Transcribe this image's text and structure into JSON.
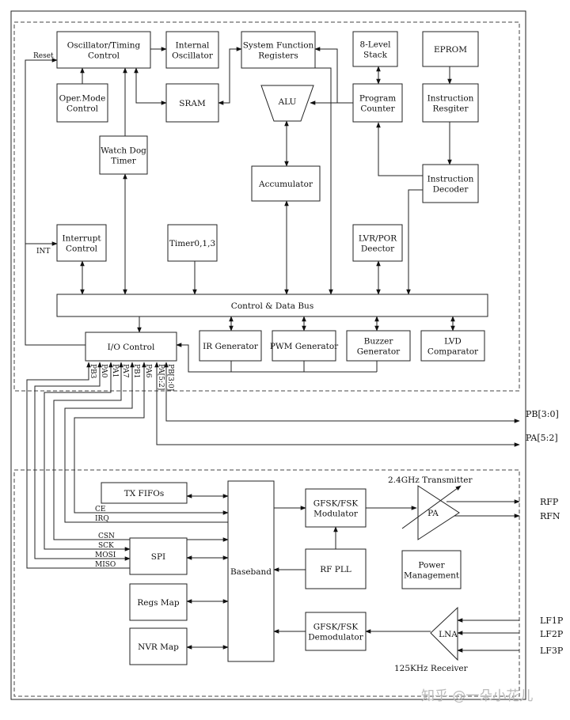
{
  "blocks": {
    "osc_timing": [
      "Oscillator/Timing",
      "Control"
    ],
    "internal_osc": [
      "Internal",
      "Oscillator"
    ],
    "sys_func_regs": [
      "System Function",
      "Registers"
    ],
    "stack": [
      "8-Level",
      "Stack"
    ],
    "eprom": [
      "EPROM"
    ],
    "oper_mode": [
      "Oper.Mode",
      "Control"
    ],
    "sram": [
      "SRAM"
    ],
    "alu": [
      "ALU"
    ],
    "program_counter": [
      "Program",
      "Counter"
    ],
    "instruction_register": [
      "Instruction",
      "Resgiter"
    ],
    "watchdog": [
      "Watch Dog",
      "Timer"
    ],
    "accumulator": [
      "Accumulator"
    ],
    "instruction_decoder": [
      "Instruction",
      "Decoder"
    ],
    "interrupt": [
      "Interrupt",
      "Control"
    ],
    "timer": [
      "Timer0,1,3"
    ],
    "lvr_por": [
      "LVR/POR",
      "Deector"
    ],
    "bus": [
      "Control & Data Bus"
    ],
    "io_control": [
      "I/O Control"
    ],
    "ir_gen": [
      "IR Generator"
    ],
    "pwm_gen": [
      "PWM Generator"
    ],
    "buzzer": [
      "Buzzer",
      "Generator"
    ],
    "lvd": [
      "LVD",
      "Comparator"
    ],
    "tx_fifo": [
      "TX FIFOs"
    ],
    "spi": [
      "SPI"
    ],
    "regs_map": [
      "Regs Map"
    ],
    "nvr_map": [
      "NVR Map"
    ],
    "baseband": [
      "Baseband"
    ],
    "gfsk_mod": [
      "GFSK/FSK",
      "Modulator"
    ],
    "rf_pll": [
      "RF PLL"
    ],
    "gfsk_demod": [
      "GFSK/FSK",
      "Demodulator"
    ],
    "pa": [
      "PA"
    ],
    "power_mgmt": [
      "Power",
      "Management"
    ],
    "lna": [
      "LNA"
    ]
  },
  "labels": {
    "reset": "Reset",
    "int": "INT",
    "pb_bus": "PB[3:0]",
    "pa_bus": "PA[5:2]",
    "rfp": "RFP",
    "rfn": "RFN",
    "lf1p": "LF1P",
    "lf2p": "LF2P",
    "lf3p": "LF3P",
    "transmitter": "2.4GHz Transmitter",
    "receiver": "125KHz Receiver",
    "ce": "CE",
    "irq": "IRQ",
    "csn": "CSN",
    "sck": "SCK",
    "mosi": "MOSI",
    "miso": "MISO"
  },
  "io_pins": [
    "PB3",
    "PA0",
    "PA1",
    "PA7",
    "PB1",
    "PA6",
    "PA[5:2]",
    "PB[3:0]"
  ],
  "watermark": "知乎 @一朵小花儿"
}
